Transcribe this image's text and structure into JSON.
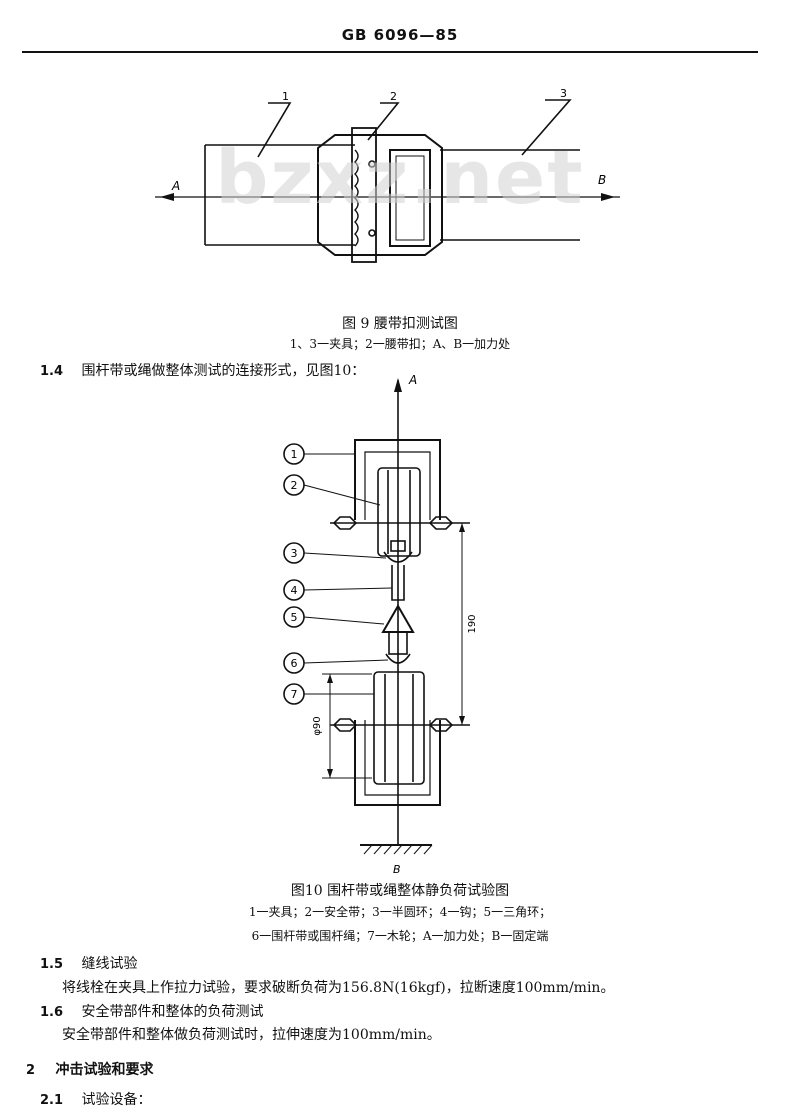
{
  "header": {
    "code": "GB 6096—85"
  },
  "watermark": "bzxz.net",
  "fig9": {
    "labels": {
      "n1": "1",
      "n2": "2",
      "n3": "3",
      "a": "A",
      "b": "B"
    },
    "caption": "图 9 腰带扣测试图",
    "legend": "1、3一夹具；2一腰带扣；A、B一加力处"
  },
  "sec_1_4": {
    "num": "1.4",
    "text": "围杆带或绳做整体测试的连接形式，见图10："
  },
  "fig10": {
    "labels": {
      "a": "A",
      "b": "B",
      "c1": "1",
      "c2": "2",
      "c3": "3",
      "c4": "4",
      "c5": "5",
      "c6": "6",
      "c7": "7",
      "dim190": "190",
      "dia": "φ90"
    },
    "caption": "图10 围杆带或绳整体静负荷试验图",
    "legend1": "1一夹具；2一安全带；3一半圆环；4一钩；5一三角环；",
    "legend2": "6一围杆带或围杆绳；7一木轮；A一加力处；B一固定端"
  },
  "sec_1_5": {
    "num": "1.5",
    "title": "缝线试验",
    "body": "将线栓在夹具上作拉力试验，要求破断负荷为156.8N(16kgf)，拉断速度100mm/min。"
  },
  "sec_1_6": {
    "num": "1.6",
    "title": "安全带部件和整体的负荷测试",
    "body": "安全带部件和整体做负荷测试时，拉伸速度为100mm/min。"
  },
  "sec_2": {
    "num": "2",
    "title": "冲击试验和要求"
  },
  "sec_2_1": {
    "num": "2.1",
    "title": "试验设备："
  }
}
